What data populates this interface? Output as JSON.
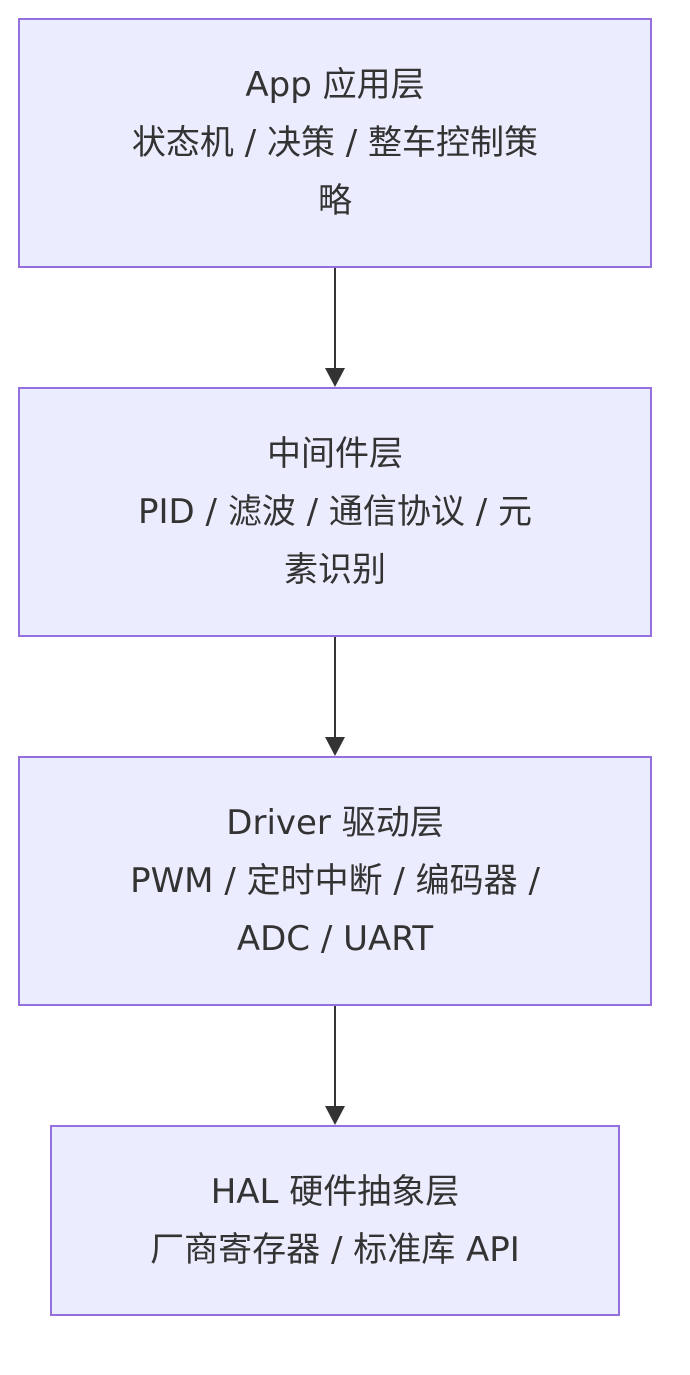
{
  "diagram": {
    "nodes": [
      {
        "id": "app",
        "lines": [
          "App 应用层",
          "状态机 / 决策 / 整车控制策",
          "略"
        ]
      },
      {
        "id": "middleware",
        "lines": [
          "中间件层",
          "PID / 滤波 / 通信协议 / 元",
          "素识别"
        ]
      },
      {
        "id": "driver",
        "lines": [
          "Driver 驱动层",
          "PWM / 定时中断 / 编码器 /",
          "ADC / UART"
        ]
      },
      {
        "id": "hal",
        "lines": [
          "HAL 硬件抽象层",
          "厂商寄存器 / 标准库 API"
        ]
      }
    ],
    "edges": [
      {
        "from": "app",
        "to": "middleware"
      },
      {
        "from": "middleware",
        "to": "driver"
      },
      {
        "from": "driver",
        "to": "hal"
      }
    ],
    "colors": {
      "node_fill": "#ECECFF",
      "node_border": "#9370DB",
      "edge": "#333333",
      "text": "#333333"
    }
  }
}
